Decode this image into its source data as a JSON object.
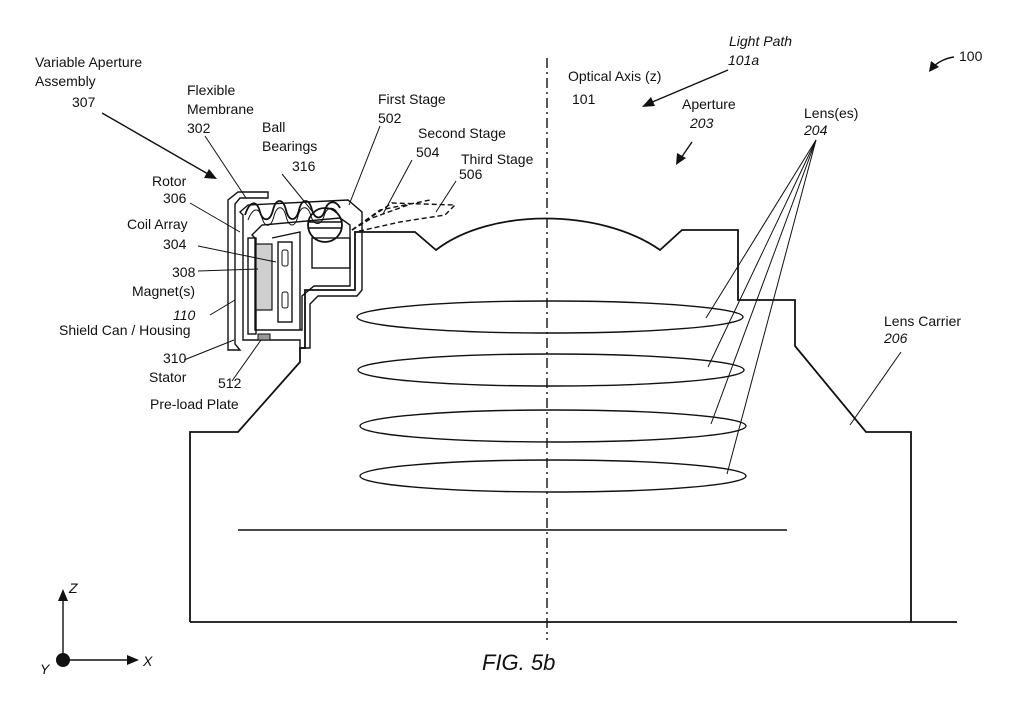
{
  "figure_ref": "100",
  "caption": "FIG. 5b",
  "labels": {
    "variable_aperture_line1": "Variable Aperture",
    "variable_aperture_line2": "Assembly",
    "variable_aperture_num": "307",
    "flexible_membrane_line1": "Flexible",
    "flexible_membrane_line2": "Membrane",
    "flexible_membrane_num": "302",
    "ball_bearings_line1": "Ball",
    "ball_bearings_line2": "Bearings",
    "ball_bearings_num": "316",
    "first_stage": "First Stage",
    "first_stage_num": "502",
    "second_stage": "Second Stage",
    "second_stage_num": "504",
    "third_stage": "Third Stage",
    "third_stage_num": "506",
    "optical_axis": "Optical Axis (z)",
    "optical_axis_num": "101",
    "light_path": "Light Path",
    "light_path_num": "101a",
    "aperture": "Aperture",
    "aperture_num": "203",
    "lenses": "Lens(es)",
    "lenses_num": "204",
    "rotor": "Rotor",
    "rotor_num": "306",
    "coil_array": "Coil Array",
    "coil_array_num": "304",
    "magnets_num": "308",
    "magnets": "Magnet(s)",
    "shield_num": "110",
    "shield": "Shield Can / Housing",
    "stator_num": "310",
    "stator": "Stator",
    "preload_num": "512",
    "preload": "Pre-load Plate",
    "lens_carrier": "Lens Carrier",
    "lens_carrier_num": "206",
    "axis_z": "Z",
    "axis_x": "X",
    "axis_y": "Y"
  }
}
